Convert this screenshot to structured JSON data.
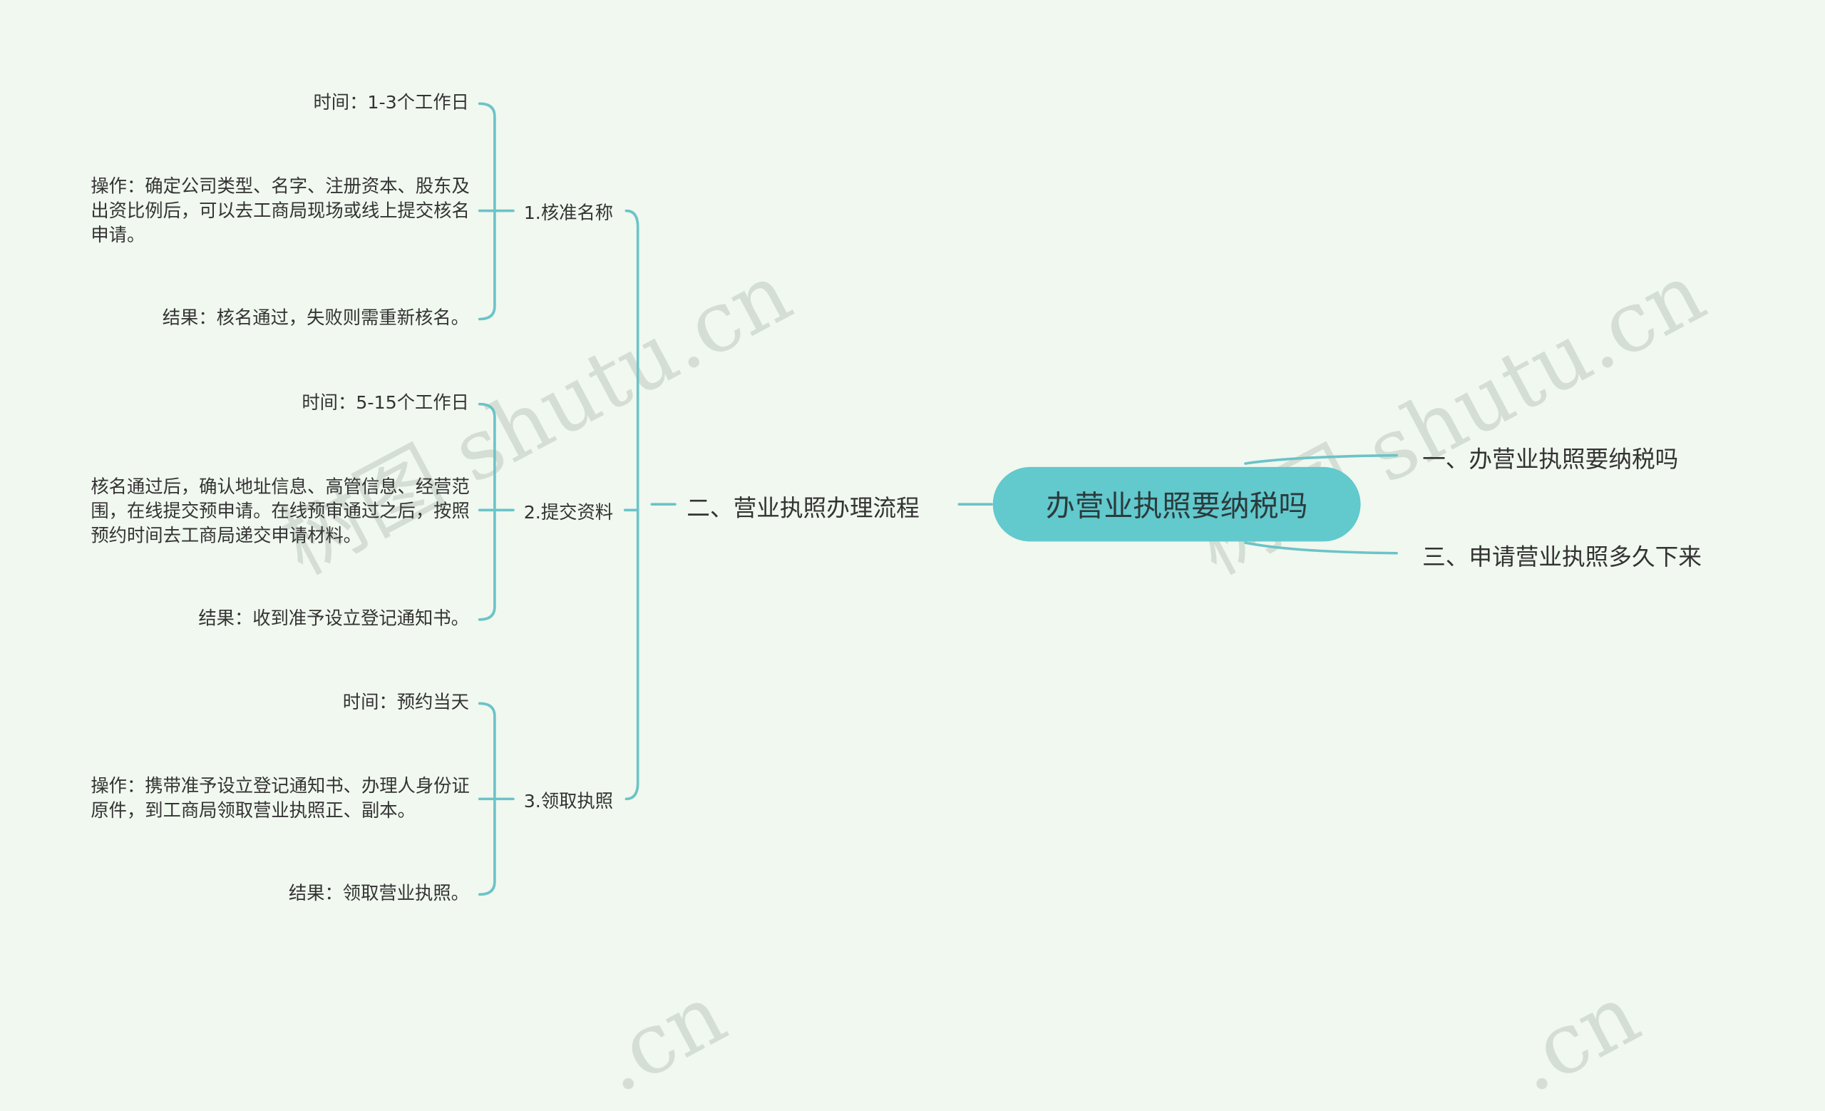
{
  "root": {
    "title": "办营业执照要纳税吗"
  },
  "right_branches": [
    {
      "label": "一、办营业执照要纳税吗"
    },
    {
      "label": "三、申请营业执照多久下来"
    }
  ],
  "left_branch": {
    "label": "二、营业执照办理流程",
    "steps": [
      {
        "label": "1.核准名称",
        "items": [
          "时间：1-3个工作日",
          "操作：确定公司类型、名字、注册资本、股东及出资比例后，可以去工商局现场或线上提交核名申请。",
          "结果：核名通过，失败则需重新核名。"
        ]
      },
      {
        "label": "2.提交资料",
        "items": [
          "时间：5-15个工作日",
          "核名通过后，确认地址信息、高管信息、经营范围，在线提交预申请。在线预审通过之后，按照预约时间去工商局递交申请材料。",
          "结果：收到准予设立登记通知书。"
        ]
      },
      {
        "label": "3.领取执照",
        "items": [
          "时间：预约当天",
          "操作：携带准予设立登记通知书、办理人身份证原件，到工商局领取营业执照正、副本。",
          "结果：领取营业执照。"
        ]
      }
    ]
  },
  "watermark": "树图 shutu.cn",
  "watermark_fragment": ".cn",
  "colors": {
    "line": "#6cc3c7",
    "center_fill": "#62c9cd",
    "background": "#f0f8ef"
  }
}
